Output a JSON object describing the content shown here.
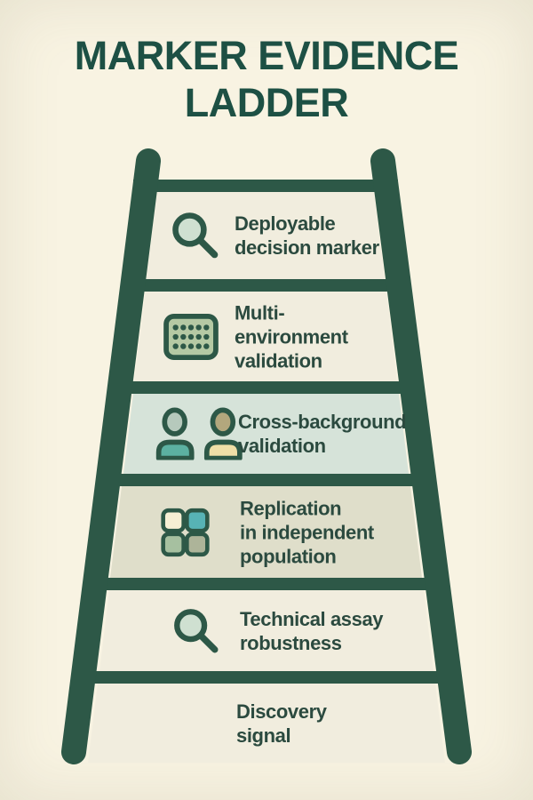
{
  "title": "MARKER EVIDENCE\nLADDER",
  "rungs": [
    {
      "level": 6,
      "label": "Deployable\ndecision marker",
      "icon": "search-icon",
      "panel_color": "#f1edde"
    },
    {
      "level": 5,
      "label": "Multi-\nenvironment\nvalidation",
      "icon": "calendar-grid-icon",
      "panel_color": "#f1edde"
    },
    {
      "level": 4,
      "label": "Cross-background\nvalidation",
      "icon": "two-people-icon",
      "panel_color": "#d6e3d9"
    },
    {
      "level": 3,
      "label": "Replication\nin independent\npopulation",
      "icon": "four-squares-icon",
      "panel_color": "#dfdeca"
    },
    {
      "level": 2,
      "label": "Technical assay\nrobustness",
      "icon": "search-icon",
      "panel_color": "#f1edde"
    },
    {
      "level": 1,
      "label": "Discovery\nsignal",
      "icon": null,
      "panel_color": "#f1edde"
    }
  ],
  "colors": {
    "background": "#f8f3e2",
    "rail": "#2d5847",
    "title_text": "#1d5044",
    "label_text": "#2b4a3f",
    "panel_cream": "#f1edde",
    "panel_mint": "#d6e3d9",
    "panel_beige": "#dfdeca",
    "icon_outline": "#2d5847",
    "lens_fill": "#cfe0d1",
    "grid_fill": "#b5c9a4",
    "person1_head": "#b6c9bc",
    "person1_body": "#5cb1a1",
    "person2_head": "#b3a77d",
    "person2_body": "#efdfa7",
    "square_tl": "#f6efd4",
    "square_tr": "#57b3b5",
    "square_bl": "#a6c0a0",
    "square_br": "#adb499"
  }
}
